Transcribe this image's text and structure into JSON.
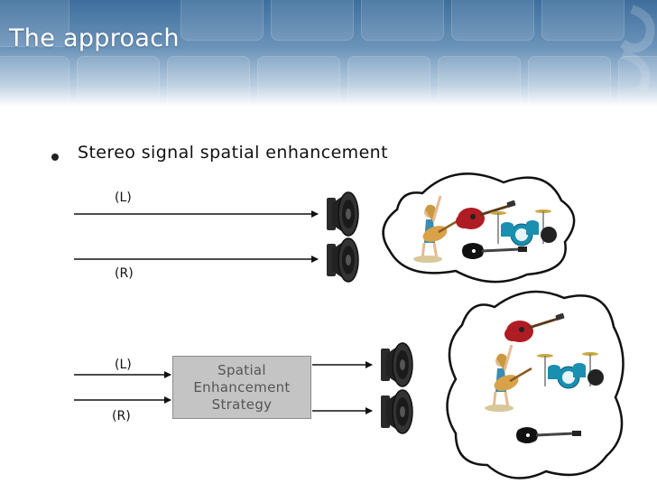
{
  "slide": {
    "title": "The approach",
    "bullet": "Stereo signal spatial enhancement"
  },
  "top_diagram": {
    "left_label": "(L)",
    "right_label": "(R)"
  },
  "bottom_diagram": {
    "left_label": "(L)",
    "right_label": "(R)",
    "strategy_box": [
      "Spatial",
      "Enhancement",
      "Strategy"
    ]
  },
  "icons": [
    "speaker-icon",
    "thought-cloud-icon",
    "singer-icon",
    "electric-guitar-icon",
    "bass-guitar-icon",
    "drum-kit-icon"
  ],
  "colors": {
    "header": "#4a78a4",
    "strategy_box": "#c4c4c4",
    "guitar": "#b01c24",
    "drums": "#1a8fb0"
  }
}
